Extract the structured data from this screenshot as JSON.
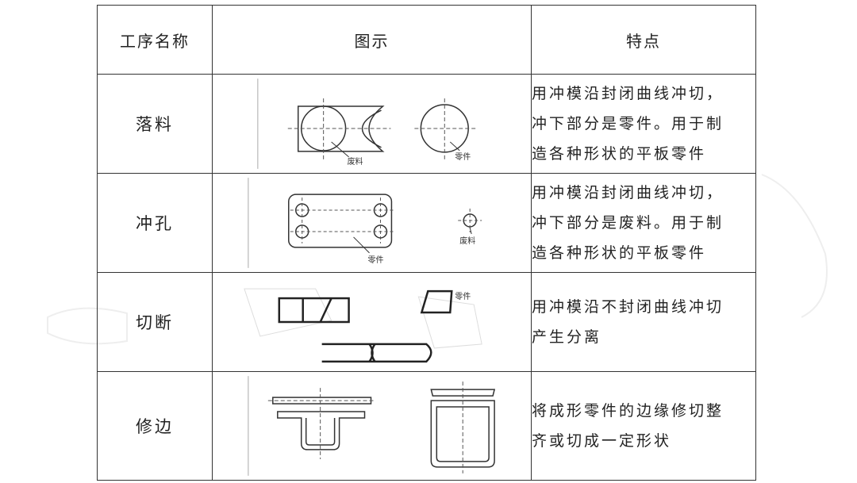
{
  "table": {
    "headers": [
      "工序名称",
      "图示",
      "特点"
    ],
    "rows": [
      {
        "name": "落料",
        "diagram": {
          "label_a": "废料",
          "label_b": "零件"
        },
        "features": [
          "用冲模沿封闭曲线冲切，",
          "冲下部分是零件。用于制",
          "造各种形状的平板零件"
        ]
      },
      {
        "name": "冲孔",
        "diagram": {
          "label_a": "零件",
          "label_b": "废料"
        },
        "features": [
          "用冲模沿封闭曲线冲切，",
          "冲下部分是废料。用于制",
          "造各种形状的平板零件"
        ]
      },
      {
        "name": "切断",
        "diagram": {
          "label_a": "零件"
        },
        "features": [
          "用冲模沿不封闭曲线冲切",
          "产生分离"
        ]
      },
      {
        "name": "修边",
        "diagram": {},
        "features": [
          "将成形零件的边缘修切整",
          "齐或切成一定形状"
        ]
      }
    ]
  }
}
